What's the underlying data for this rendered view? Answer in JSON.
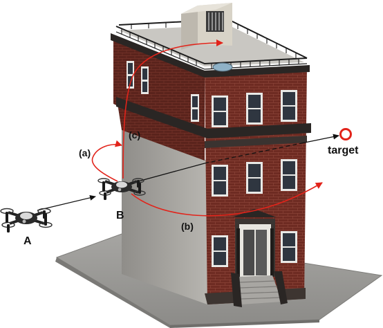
{
  "labels": {
    "drone_a": "A",
    "drone_b": "B",
    "path_a": "(a)",
    "path_b": "(b)",
    "path_c": "(c)",
    "target": "target"
  },
  "colors": {
    "path_red": "#e2231a",
    "arrow_black": "#111111",
    "brick": "#6e2b22",
    "brick_dark": "#4f1d17",
    "trim": "#2a2624",
    "concrete_side": "#a9a7a3",
    "ground": "#9b9a98",
    "window_frame": "#e9e9e6",
    "window_glass": "#2f3640"
  },
  "icons": {
    "drone": "quadcopter-drone-icon",
    "target": "target-circle-icon"
  }
}
